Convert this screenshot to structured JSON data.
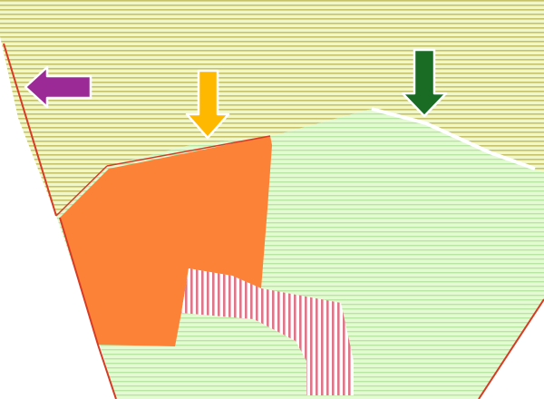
{
  "map": {
    "colors": {
      "background": "#ffffff",
      "yellow_zone_fill": "#f2f7c8",
      "yellow_zone_hatch": "#c5c26a",
      "green_zone_fill": "#e4fad2",
      "green_zone_hatch": "#b8e6a2",
      "orange_zone": "#fb8237",
      "pink_zone_fill": "#ffffff",
      "pink_zone_hatch": "#e0758a",
      "border": "#d93a24",
      "highlight_edge": "#ffffff"
    },
    "arrows": [
      {
        "name": "purple-left-arrow",
        "direction": "left",
        "color": "#9c2a96"
      },
      {
        "name": "yellow-down-arrow",
        "direction": "down",
        "color": "#ffb800"
      },
      {
        "name": "green-down-arrow",
        "direction": "down",
        "color": "#1a6b24"
      }
    ]
  }
}
